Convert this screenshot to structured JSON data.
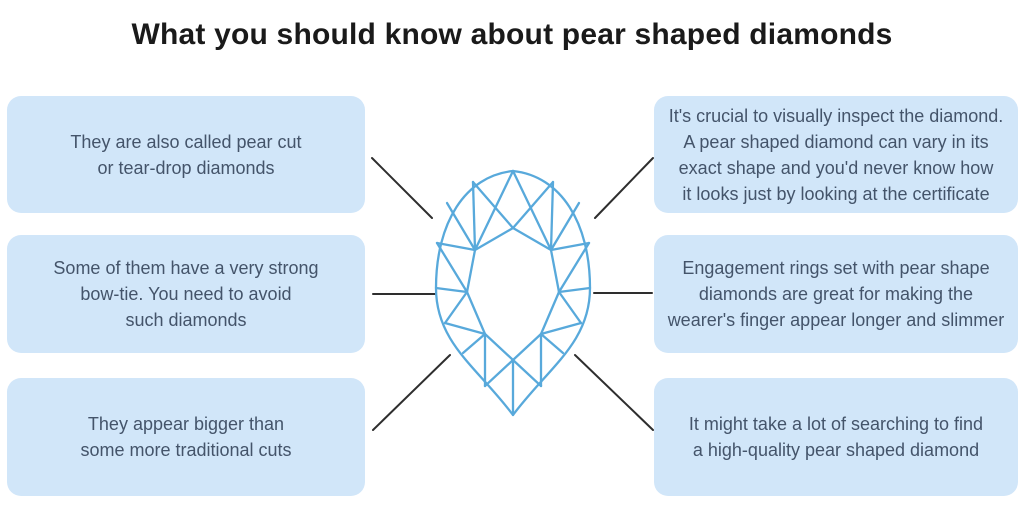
{
  "title": "What you should know about pear shaped diamonds",
  "colors": {
    "background": "#ffffff",
    "title_text": "#1a1a1a",
    "box_fill": "#d1e6f9",
    "box_text": "#44546a",
    "diamond_stroke": "#58a9db",
    "connector_line": "#2e2e2e"
  },
  "illustration": {
    "name": "pear-cut-diamond-outline"
  },
  "facts": {
    "left": [
      {
        "text": "They are also called pear cut\nor tear-drop diamonds"
      },
      {
        "text": "Some of them have a very strong\nbow-tie. You need to avoid\nsuch diamonds"
      },
      {
        "text": "They appear bigger than\nsome more traditional cuts"
      }
    ],
    "right": [
      {
        "text": "It's crucial to visually inspect the diamond.\nA pear shaped diamond can vary in its\nexact shape and you'd never know how\nit looks just by looking at the certificate"
      },
      {
        "text": "Engagement rings set with pear shape\ndiamonds are great for making the\nwearer's finger appear longer and slimmer"
      },
      {
        "text": "It might take a lot of searching to find\na high-quality pear shaped diamond"
      }
    ]
  }
}
